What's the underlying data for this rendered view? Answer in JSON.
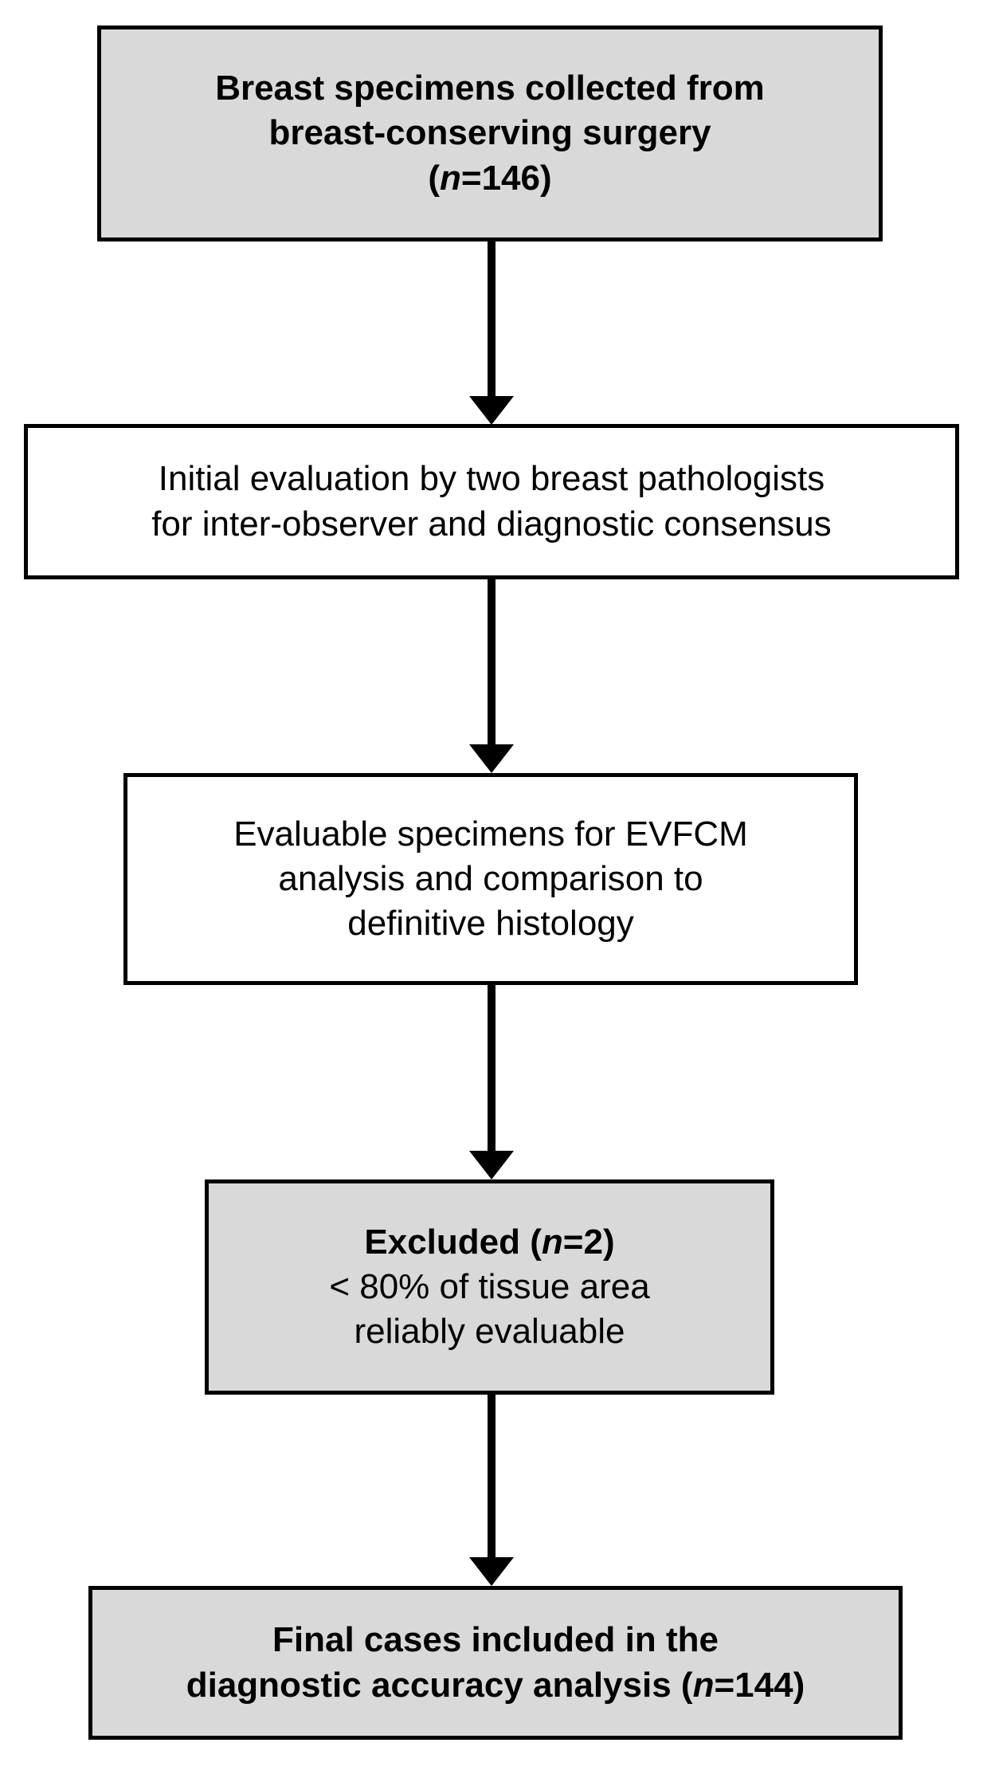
{
  "figure": {
    "type": "flowchart",
    "title": "Study specimen selection flow diagram",
    "orientation": "vertical-top-to-bottom",
    "colors": {
      "box_fill_shaded": "#d9d9d9",
      "box_fill_plain": "#ffffff",
      "box_border": "#000000",
      "text": "#000000",
      "arrow": "#000000",
      "background": "#ffffff"
    }
  },
  "nodes": [
    {
      "id": "specimens",
      "name": "breast-specimens-collected",
      "style": "shaded",
      "weight": "bold",
      "lines": [
        {
          "text": "Breast specimens collected from"
        },
        {
          "text": "breast-conserving surgery"
        },
        {
          "pre": "(",
          "italic": "n",
          "post": "=146)"
        }
      ]
    },
    {
      "id": "initial-evaluation",
      "name": "initial-evaluation-pathologists",
      "style": "plain",
      "weight": "regular",
      "lines": [
        {
          "text": "Initial evaluation by two breast pathologists"
        },
        {
          "text": "for inter-observer and diagnostic consensus"
        }
      ]
    },
    {
      "id": "evaluable",
      "name": "evaluable-specimens-evfcm",
      "style": "plain",
      "weight": "regular",
      "lines": [
        {
          "text": "Evaluable specimens for EVFCM"
        },
        {
          "text": "analysis and comparison to"
        },
        {
          "text": "definitive histology"
        }
      ]
    },
    {
      "id": "excluded",
      "name": "excluded-specimens",
      "style": "shaded",
      "weight": "mixed",
      "lines": [
        {
          "pre": "Excluded (",
          "italic": "n",
          "post": "=2)",
          "bold": true
        },
        {
          "text": "< 80% of tissue area"
        },
        {
          "text": "reliably evaluable"
        }
      ]
    },
    {
      "id": "final",
      "name": "final-cases-included",
      "style": "shaded",
      "weight": "bold",
      "lines": [
        {
          "text": "Final cases included in the"
        },
        {
          "pre": "diagnostic accuracy analysis (",
          "italic": "n",
          "post": "=144)"
        }
      ]
    }
  ],
  "edges": [
    {
      "from": "specimens",
      "to": "initial-evaluation",
      "style": "solid-arrow"
    },
    {
      "from": "initial-evaluation",
      "to": "evaluable",
      "style": "solid-arrow"
    },
    {
      "from": "evaluable",
      "to": "excluded",
      "style": "solid-arrow"
    },
    {
      "from": "excluded",
      "to": "final",
      "style": "solid-arrow"
    }
  ],
  "text": {
    "specimens": {
      "l1": "Breast specimens collected from",
      "l2": "breast-conserving surgery",
      "l3_pre": "(",
      "l3_n": "n",
      "l3_post": "=146)"
    },
    "initial": {
      "l1": "Initial evaluation by two breast pathologists",
      "l2": "for inter-observer and diagnostic consensus"
    },
    "evaluable": {
      "l1": "Evaluable specimens for EVFCM",
      "l2": "analysis and comparison to",
      "l3": "definitive histology"
    },
    "excluded": {
      "l1_pre": "Excluded (",
      "l1_n": "n",
      "l1_post": "=2)",
      "l2": "< 80% of tissue area",
      "l3": "reliably evaluable"
    },
    "final": {
      "l1": "Final cases included in the",
      "l2_pre": "diagnostic accuracy analysis (",
      "l2_n": "n",
      "l2_post": "=144)"
    }
  }
}
